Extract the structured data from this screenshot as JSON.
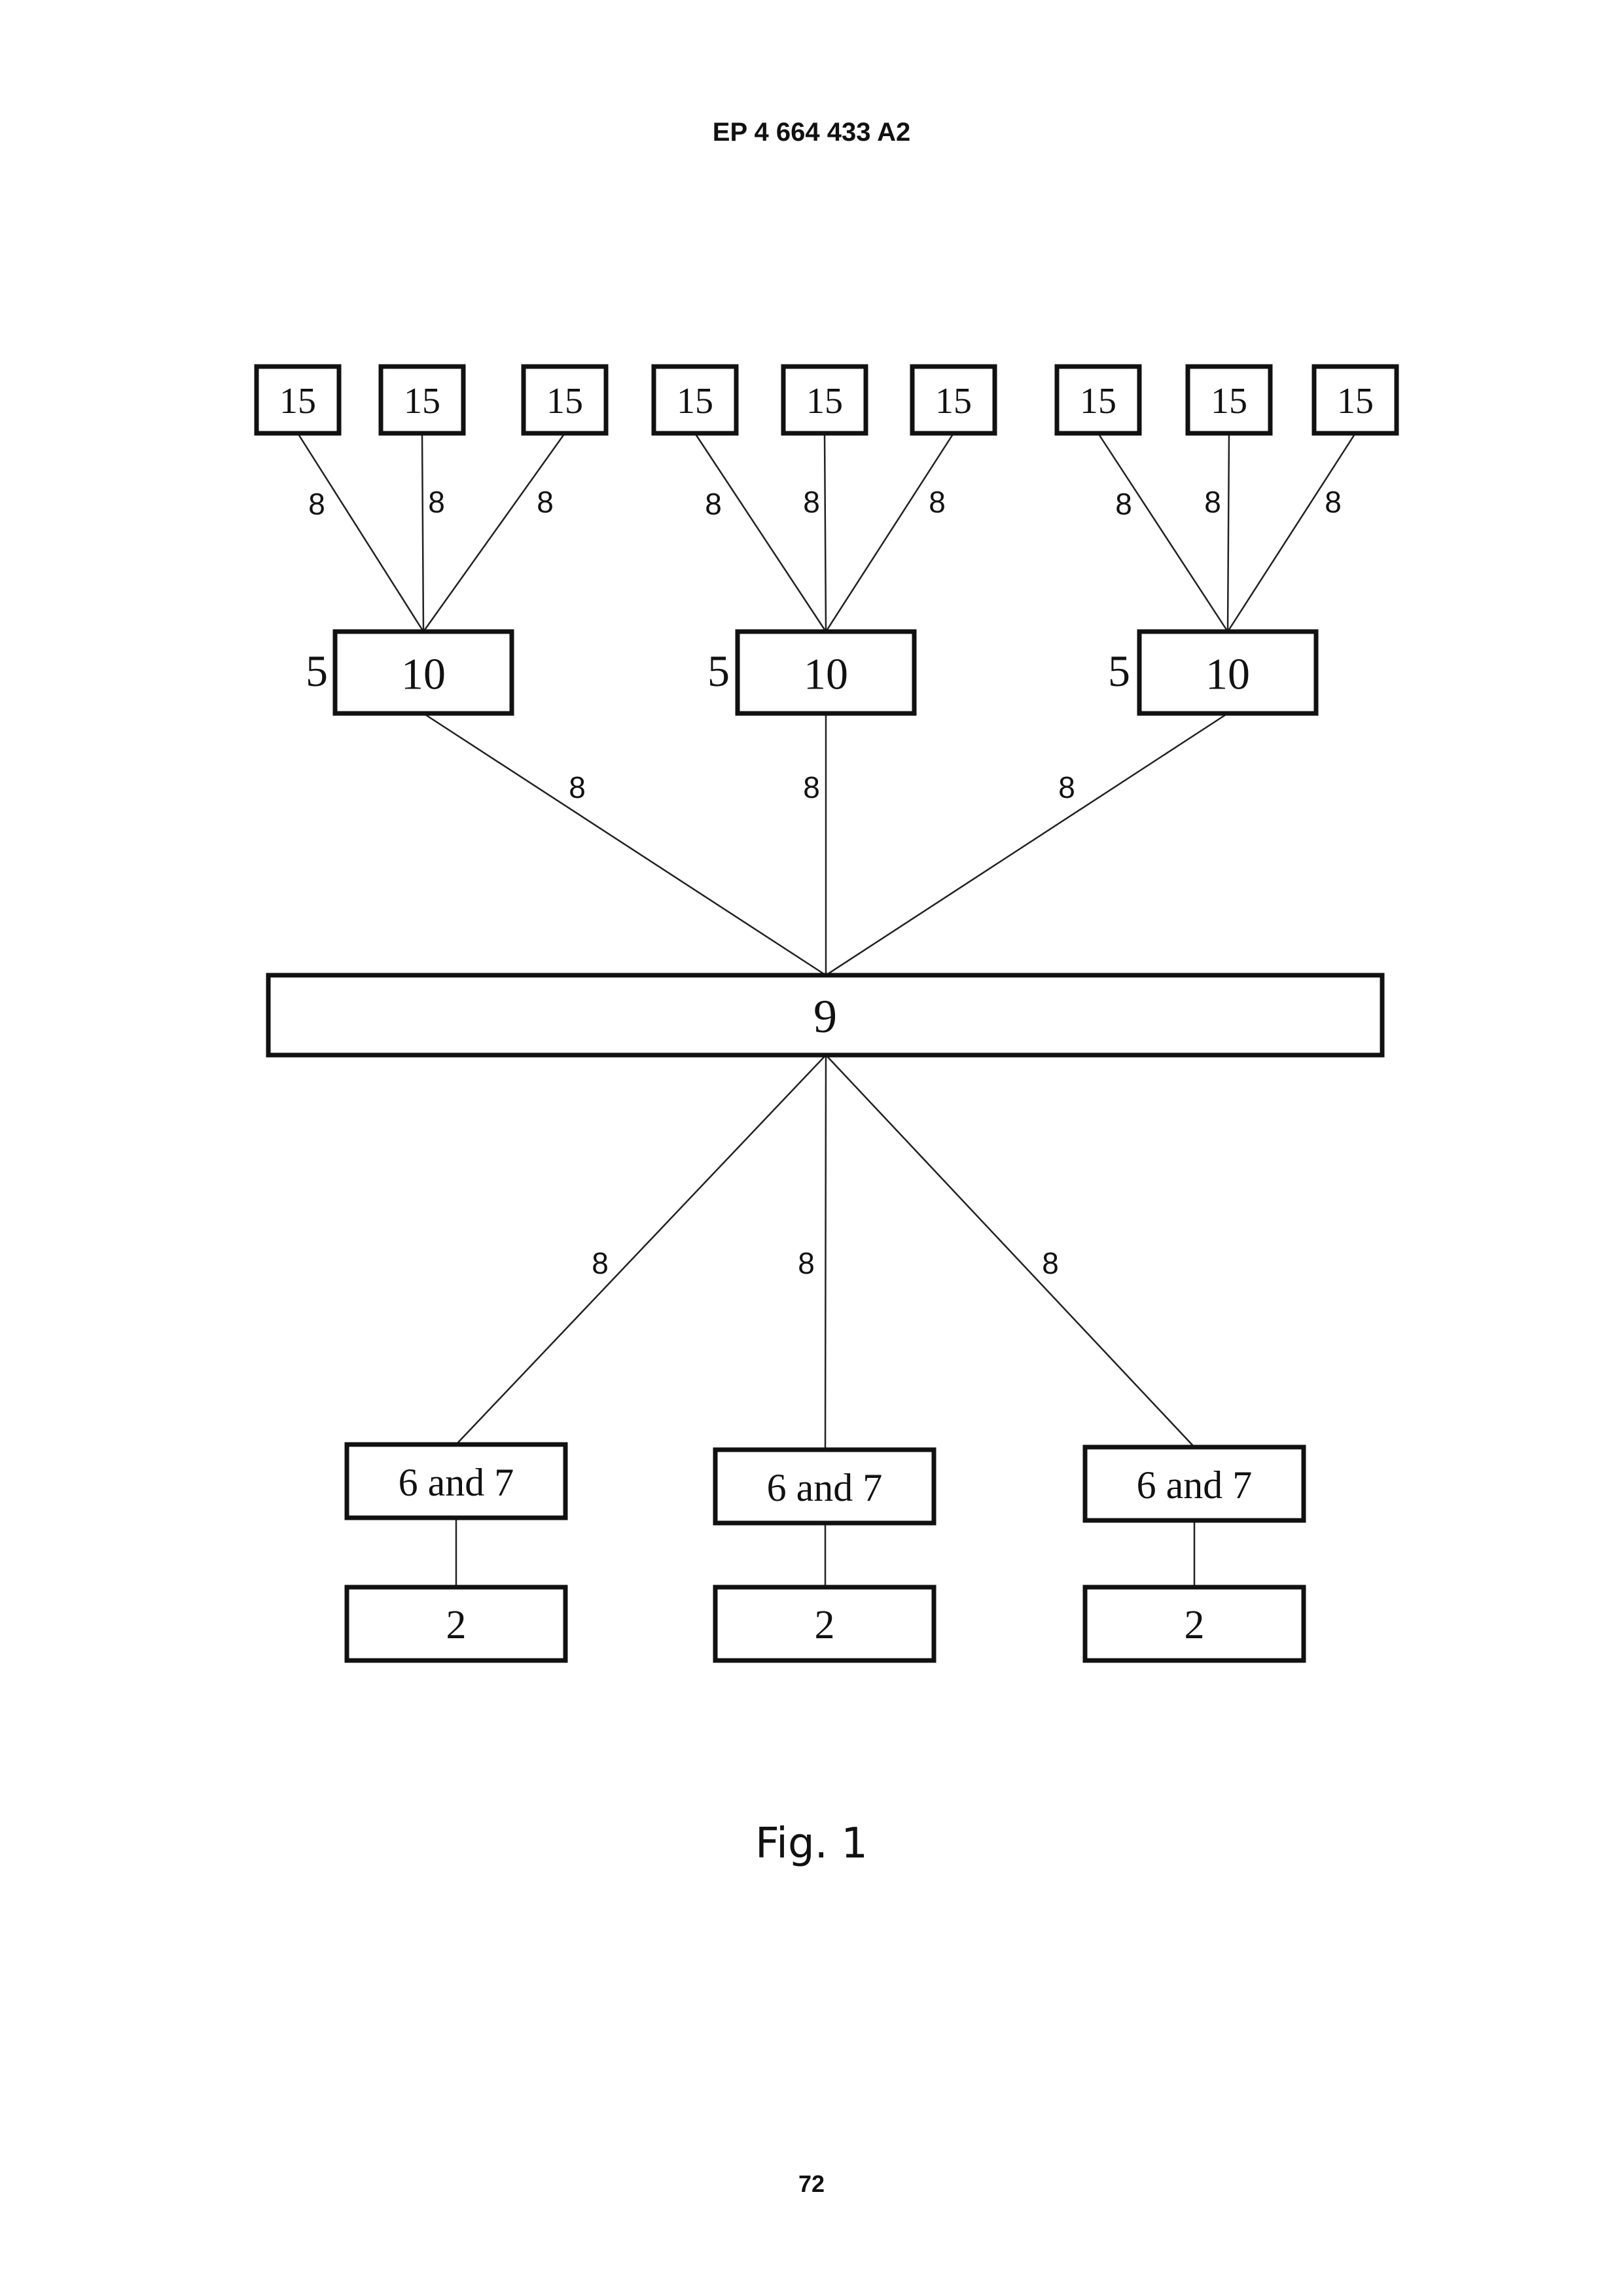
{
  "header": {
    "publication_number": "EP 4 664 433 A2"
  },
  "diagram": {
    "top_node_label": "15",
    "hub_label": "10",
    "hub_side_label": "5",
    "center_label": "9",
    "bottom_upper_label": "6 and 7",
    "bottom_lower_label": "2",
    "link_label": "8"
  },
  "caption": "Fig. 1",
  "page_number": "72"
}
